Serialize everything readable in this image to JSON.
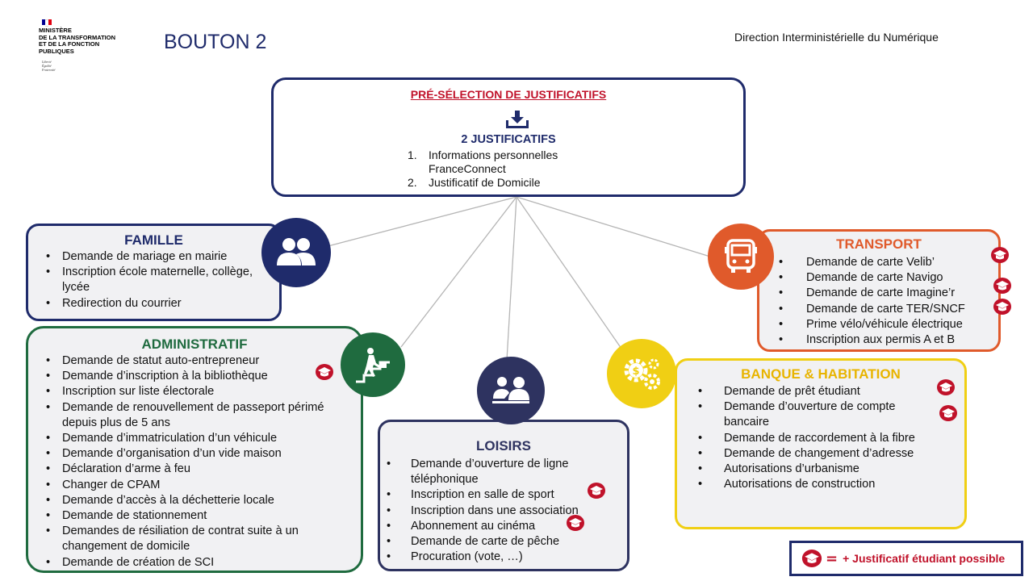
{
  "header": {
    "logo_lines": "MINISTÈRE\nDE LA TRANSFORMATION\nET DE LA FONCTION\nPUBLIQUES",
    "logo_motto": "Liberté\nÉgalité\nFraternité",
    "title": "BOUTON 2",
    "direction": "Direction Interministérielle du Numérique"
  },
  "center": {
    "title": "PRÉ-SÉLECTION DE JUSTIFICATIFS",
    "icon": "download-icon",
    "subtitle": "2 JUSTIFICATIFS",
    "items": [
      {
        "num": "1.",
        "text": "Informations personnelles"
      },
      {
        "num": "",
        "text": "FranceConnect"
      },
      {
        "num": "2.",
        "text": "Justificatif de Domicile"
      }
    ]
  },
  "categories": {
    "famille": {
      "title": "FAMILLE",
      "icon": "people-icon",
      "color": "#1f2b6b",
      "items": [
        "Demande de mariage en mairie",
        "Inscription école maternelle, collège, lycée",
        "Redirection du courrier"
      ]
    },
    "administratif": {
      "title": "ADMINISTRATIF",
      "icon": "businessman-stairs-icon",
      "color": "#1f6b3f",
      "items": [
        "Demande de statut auto-entrepreneur",
        "Demande d’inscription à la bibliothèque",
        "Inscription sur liste électorale",
        "Demande de renouvellement de passeport périmé depuis plus de 5 ans",
        "Demande d’immatriculation d’un véhicule",
        "Demande d’organisation d’un vide maison",
        "Déclaration d’arme à feu",
        "Changer de CPAM",
        "Demande d’accès à la déchetterie locale",
        "Demande de stationnement",
        "Demandes de résiliation de contrat suite à un changement de domicile",
        "Demande de création de SCI"
      ]
    },
    "loisirs": {
      "title": "LOISIRS",
      "icon": "meeting-icon",
      "color": "#2e3360",
      "items": [
        "Demande d’ouverture de ligne téléphonique",
        "Inscription en salle de sport",
        "Inscription dans une association",
        "Abonnement au cinéma",
        "Demande de carte de pêche",
        "Procuration (vote, …)"
      ]
    },
    "transport": {
      "title": "TRANSPORT",
      "icon": "bus-icon",
      "color": "#e05a2b",
      "items": [
        "Demande de carte Velib’",
        "Demande de carte Navigo",
        "Demande de carte Imagine’r",
        "Demande de carte TER/SNCF",
        "Prime vélo/véhicule électrique",
        "Inscription aux permis A et B"
      ]
    },
    "banque": {
      "title": "BANQUE & HABITATION",
      "icon": "gears-money-icon",
      "color": "#f0cf14",
      "items": [
        "Demande de prêt étudiant",
        "Demande d’ouverture de compte bancaire",
        "Demande de raccordement à la fibre",
        "Demande de changement d’adresse",
        "Autorisations d’urbanisme",
        "Autorisations de construction"
      ]
    }
  },
  "legend": {
    "icon": "graduation-cap-icon",
    "equals": "=",
    "text": "+ Justificatif étudiant possible",
    "color": "#c0122a"
  }
}
